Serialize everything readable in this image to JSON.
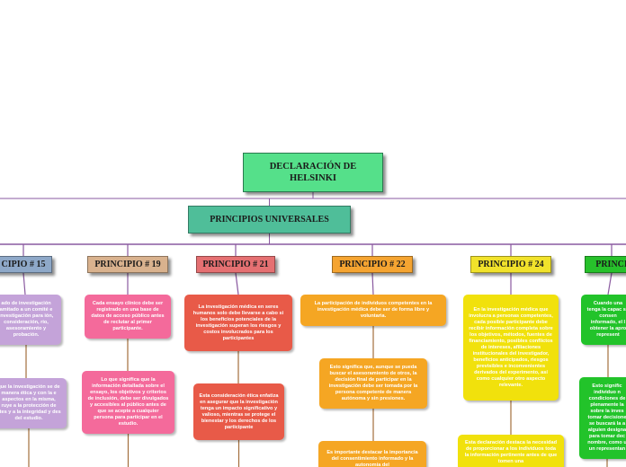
{
  "title": "DECLARACIÓN DE HELSINKI",
  "subtitle": "PRINCIPIOS UNIVERSALES",
  "colors": {
    "title_bg": "#55e08a",
    "subtitle_bg": "#4fbe99",
    "line_main": "#8a5aa0",
    "line_sub": "#a36f3c"
  },
  "columns": [
    {
      "heading": "CIPIO # 15",
      "color": "#8ea8c8",
      "box_color": "#c4a3d9",
      "items": [
        "ado de investigación amitado a un comité e investigación para ión, consideración, rio, asesoramiento y probación.",
        "que la investigación se de manera ética y con la e aspectos en la misma, ruye a la protección de ntes y a la integridad y des del estudio."
      ]
    },
    {
      "heading": "PRINCIPIO # 19",
      "color": "#d9b28e",
      "box_color": "#f46a9b",
      "items": [
        "Cada ensayo clínico debe ser registrado en una base de datos de acceso público antes de reclutar al primer participante.",
        "Lo que significa que la información detallada sobre el ensayo, los objetivos y criterios de inclusión, debe ser divulgados y accesibles al público antes de que se acepte a cualquier persona para participar en el estudio."
      ]
    },
    {
      "heading": "PRINCIPIO # 21",
      "color": "#e57072",
      "box_color": "#e85a48",
      "items": [
        "La investigación médica en seres humanos solo debe llevarse a cabo si los beneficios potenciales de la investigación superan los riesgos y costos involucrados para los participantes",
        "Esta consideración ética enfatiza en asegurar que la investigación tenga un impacto significativo y valioso, mientras se protege el bienestar y los derechos de los participante"
      ]
    },
    {
      "heading": "PRINCIPIO # 22",
      "color": "#f5a431",
      "box_color": "#f5a623",
      "items": [
        "La participación de individuos competentes en la investigación médica debe ser de forma libre y voluntaria.",
        "Esto significa que, aunque se pueda buscar el asesoramiento de otros, la decisión final de participar en la investigación debe ser tomada por la persona competente de manera autónoma y sin presiones.",
        "Es importante destacar la importancia del consentimiento informado y la autonomía del"
      ]
    },
    {
      "heading": "PRINCIPIO # 24",
      "color": "#f1e22b",
      "box_color": "#f1e10c",
      "items": [
        "En la investigación médica que involucra a personas competentes, cada posible participante debe recibir información completa sobre los objetivos, métodos, fuentes de financiamiento, posibles conflictos de intereses, afiliaciones institucionales del investigador, beneficios anticipados, riesgos previsibles e inconvenientes derivados del experimento, así como cualquier otro aspecto relevante.",
        "Esta declaración destaca la necesidad de proporcionar a los individuos toda la información pertinente antes de que tomen una"
      ]
    },
    {
      "heading": "PRINCI",
      "color": "#27c12b",
      "box_color": "#22c32a",
      "items": [
        "Cuando una tenga la capac su consen informado, el l obtener la apro represent",
        "Esto signific individuo n condiciones de plenamente la sobre la inves tomar decisione se buscará la a alguien designa para tomar dec nombre, como u un representan"
      ]
    }
  ]
}
